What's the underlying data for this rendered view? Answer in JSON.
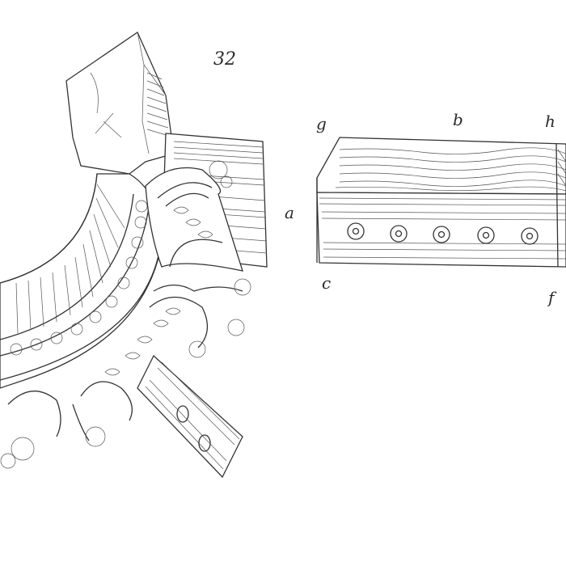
{
  "figure": {
    "number": "32",
    "labels": {
      "a": "a",
      "b": "b",
      "c": "c",
      "f": "f",
      "g": "g",
      "h": "h"
    }
  }
}
